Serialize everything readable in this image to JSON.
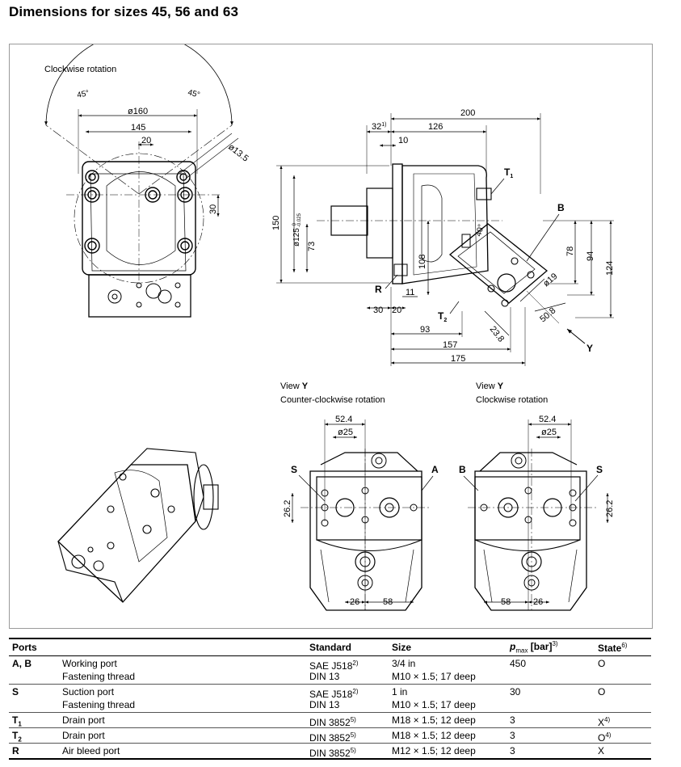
{
  "title": "Dimensions for sizes 45, 56 and 63",
  "drawing": {
    "front_view": {
      "caption": "Clockwise rotation",
      "labels": {
        "angle_left": "45°",
        "angle_right": "45°",
        "dia_160": "ø160",
        "dim_145": "145",
        "dim_20": "20",
        "dia_13_5": "ø13.5",
        "dim_30": "30"
      }
    },
    "side_view": {
      "labels": {
        "dim_200": "200",
        "dim_32": "32",
        "dim_32_note": "1)",
        "dim_126": "126",
        "dim_10": "10",
        "port_t1": "T",
        "port_t1_sub": "1",
        "port_b": "B",
        "dim_150": "150",
        "dia_125": "ø125",
        "dia_125_tol_upper": "0",
        "dia_125_tol_lower": "-0.025",
        "dim_73": "73",
        "dim_108": "108",
        "angle_40": "40°",
        "dim_78": "78",
        "dim_94": "94",
        "dim_124": "124",
        "port_r": "R",
        "dim_11": "11",
        "dia_19": "ø19",
        "dim_30": "30",
        "dim_20": "20",
        "port_t2": "T",
        "port_t2_sub": "2",
        "dim_50_8": "50.8",
        "dim_93": "93",
        "dim_23_8": "23.8",
        "view_y_arrow": "Y",
        "dim_157": "157",
        "dim_175": "175"
      }
    },
    "view_ccw": {
      "caption_view": "View ",
      "caption_view_letter": "Y",
      "caption_rotation": "Counter-clockwise rotation",
      "labels": {
        "dim_52_4": "52.4",
        "dia_25": "ø25",
        "port_s": "S",
        "port_a": "A",
        "dim_26_2": "26.2",
        "dim_26": "26",
        "dim_58": "58"
      }
    },
    "view_cw": {
      "caption_view": "View ",
      "caption_view_letter": "Y",
      "caption_rotation": "Clockwise rotation",
      "labels": {
        "dim_52_4": "52.4",
        "dia_25": "ø25",
        "port_b": "B",
        "port_s": "S",
        "dim_26_2": "26.2",
        "dim_58": "58",
        "dim_26": "26"
      }
    }
  },
  "table": {
    "headers": {
      "ports": "Ports",
      "standard": "Standard",
      "size": "Size",
      "pmax_p": "p",
      "pmax_sub": "max",
      "pmax_unit": " [bar]",
      "pmax_note": "3)",
      "state": "State",
      "state_note": "6)"
    },
    "rows": [
      {
        "port": "A, B",
        "port_sub": "",
        "desc": [
          "Working port",
          "Fastening thread"
        ],
        "standard": [
          "SAE J518",
          "DIN 13"
        ],
        "standard_note": [
          "2)",
          ""
        ],
        "size": [
          "3/4 in",
          "M10 × 1.5; 17 deep"
        ],
        "pmax": "450",
        "state": "O",
        "state_note": ""
      },
      {
        "port": "S",
        "port_sub": "",
        "desc": [
          "Suction port",
          "Fastening thread"
        ],
        "standard": [
          "SAE J518",
          "DIN 13"
        ],
        "standard_note": [
          "2)",
          ""
        ],
        "size": [
          "1 in",
          "M10 × 1.5; 17 deep"
        ],
        "pmax": "30",
        "state": "O",
        "state_note": ""
      },
      {
        "port": "T",
        "port_sub": "1",
        "desc": [
          "Drain port"
        ],
        "standard": [
          "DIN 3852"
        ],
        "standard_note": [
          "5)"
        ],
        "size": [
          "M18 × 1.5; 12 deep"
        ],
        "pmax": "3",
        "state": "X",
        "state_note": "4)"
      },
      {
        "port": "T",
        "port_sub": "2",
        "desc": [
          "Drain port"
        ],
        "standard": [
          "DIN 3852"
        ],
        "standard_note": [
          "5)"
        ],
        "size": [
          "M18 × 1.5; 12 deep"
        ],
        "pmax": "3",
        "state": "O",
        "state_note": "4)"
      },
      {
        "port": "R",
        "port_sub": "",
        "desc": [
          "Air bleed port"
        ],
        "standard": [
          "DIN 3852"
        ],
        "standard_note": [
          "5)"
        ],
        "size": [
          "M12 × 1.5; 12 deep"
        ],
        "pmax": "3",
        "state": "X",
        "state_note": ""
      }
    ]
  }
}
